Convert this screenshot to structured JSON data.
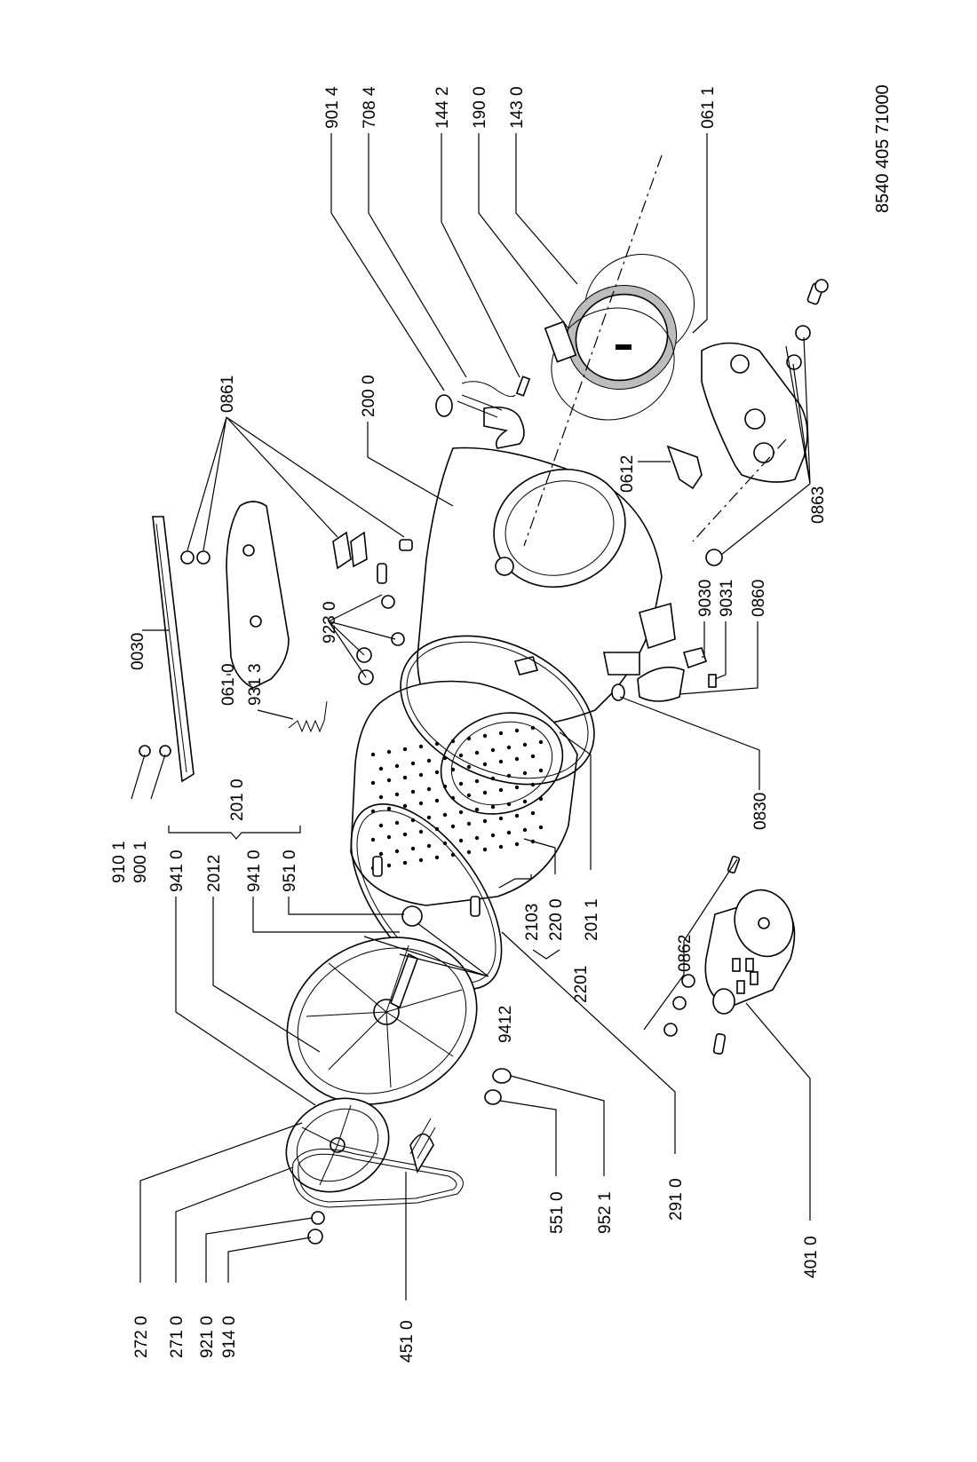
{
  "drawing_number": "8540 405 71000",
  "labels": {
    "l9014": "901 4",
    "l7084": "708 4",
    "l1442": "144 2",
    "l1900": "190 0",
    "l1430": "143 0",
    "l0611": "061 1",
    "l2000": "200 0",
    "l0861": "0861",
    "l0612": "0612",
    "l0863": "0863",
    "l0030": "0030",
    "l9230": "923 0",
    "l0610": "061 0",
    "l9313": "931 3",
    "l9030": "9030",
    "l9031": "9031",
    "l0860": "0860",
    "l9101": "910 1",
    "l9001": "900 1",
    "l2010": "201 0",
    "l9410a": "941 0",
    "l2012": "2012",
    "l9410b": "941 0",
    "l9510": "951 0",
    "l0830": "0830",
    "l2103": "2103",
    "l2200": "220 0",
    "l2011": "201 1",
    "l2201": "2201",
    "l9412": "9412",
    "l0862": "0862",
    "l2720": "272 0",
    "l2710": "271 0",
    "l9210": "921 0",
    "l9140": "914 0",
    "l4510": "451 0",
    "l5510": "551 0",
    "l9521": "952 1",
    "l2910": "291 0",
    "l4010": "401 0"
  }
}
